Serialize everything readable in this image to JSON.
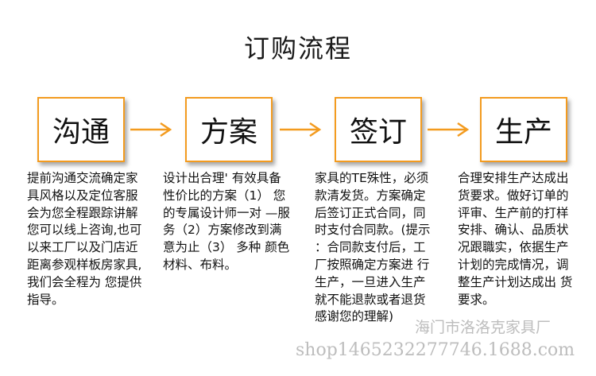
{
  "title": "订购流程",
  "steps": [
    {
      "label": "沟通",
      "desc": "提前沟通交流确定家\n具风格以及定位客服\n会为您全程跟踪讲解\n您可以线上咨询,也可\n以来工厂以及门店近\n距离参观样板房家具,\n我们会全程为 您提供\n指导。"
    },
    {
      "label": "方案",
      "desc": "设计出合理' 有效具备\n性价比的方案（1） 您\n的专属设计师一对 —服\n务（2）方案修改到满\n意为止（3） 多种 颜色\n材料、布料。"
    },
    {
      "label": "签订",
      "desc": "家具的TE殊性，必须\n款清发货。方案确定\n后签订正式合同，同\n时支付合同款。(提示\n：合同款支付后，工\n厂按照确定方案进 行\n生产，一旦进入生产\n就不能退款或者退货\n感谢您的理解)"
    },
    {
      "label": "生产",
      "desc": "合理安排生产达成出\n货要求。做好订单的\n评审、生产前的打样\n安排、确认、品质状\n况跟職实，依据生产\n计划的完成情况，调\n整生产计划达成出 货\n要求。"
    }
  ],
  "watermark": {
    "company": "海门市洛洛克家具厂",
    "url": "shop1465232277746.1688.com"
  },
  "colors": {
    "accent": "#f39b1f",
    "text": "#111111",
    "watermark": "#bdbdbd"
  }
}
